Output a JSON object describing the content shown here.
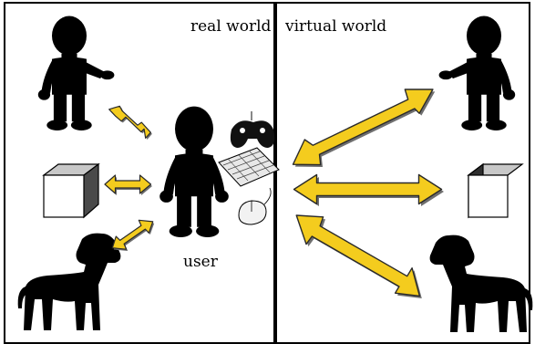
{
  "labels": {
    "real_world": "real world",
    "virtual_world": "virtual world",
    "user": "user"
  },
  "colors": {
    "arrow_fill": "#f4cc1e",
    "arrow_stroke": "#2a2a2a",
    "arrow_shadow": "#6f6f6f",
    "silhouette": "#000000",
    "cube_front": "#ffffff",
    "cube_top": "#c8c8c8",
    "cube_side_real": "#4a4a4a",
    "cube_side_virtual": "#2e2e2e",
    "frame": "#000000"
  },
  "icons": {
    "real_person": "person-silhouette-icon",
    "virtual_person": "person-silhouette-icon",
    "user": "person-silhouette-icon",
    "real_cube": "cube-icon",
    "virtual_cube": "cube-icon",
    "real_dog": "dog-silhouette-icon",
    "virtual_dog": "dog-silhouette-icon",
    "gamepad": "gamepad-icon",
    "keyboard": "keyboard-icon",
    "mouse": "mouse-icon"
  }
}
